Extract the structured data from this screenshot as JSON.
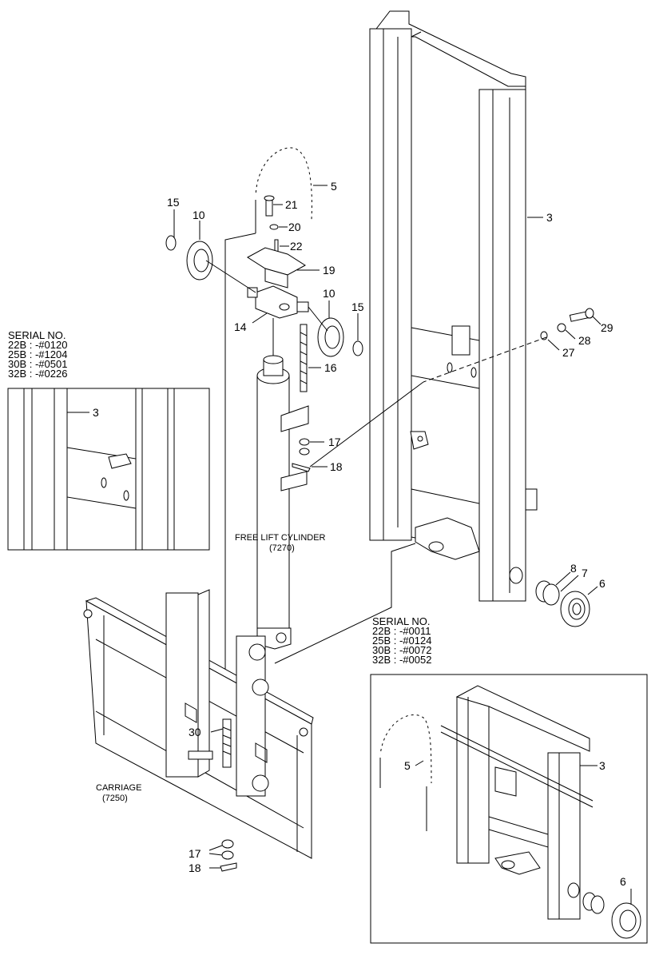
{
  "callouts": {
    "c3_main": "3",
    "c5_main": "5",
    "c6_main": "6",
    "c7": "7",
    "c8": "8",
    "c10_left": "10",
    "c10_right": "10",
    "c14": "14",
    "c15_left": "15",
    "c15_right": "15",
    "c16": "16",
    "c17_mid": "17",
    "c17_low": "17",
    "c18_mid": "18",
    "c18_low": "18",
    "c19": "19",
    "c20": "20",
    "c21": "21",
    "c22": "22",
    "c27": "27",
    "c28": "28",
    "c29": "29",
    "c30": "30",
    "c3_inset_left": "3",
    "c3_inset_right": "3",
    "c5_inset": "5",
    "c6_inset": "6"
  },
  "captions": {
    "free_lift_cylinder": "FREE LIFT CYLINDER",
    "free_lift_cylinder_code": "(7270)",
    "carriage": "CARRIAGE",
    "carriage_code": "(7250)"
  },
  "serial_left": {
    "title": "SERIAL NO.",
    "lines": [
      "22B : -#0120",
      "25B : -#1204",
      "30B : -#0501",
      "32B : -#0226"
    ]
  },
  "serial_right": {
    "title": "SERIAL NO.",
    "lines": [
      "22B : -#0011",
      "25B : -#0124",
      "30B : -#0072",
      "32B : -#0052"
    ]
  }
}
